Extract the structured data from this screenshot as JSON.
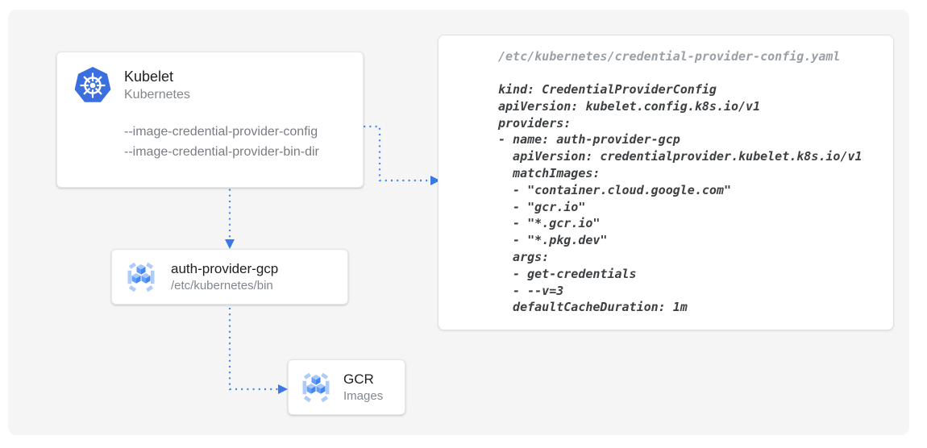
{
  "diagram": {
    "kubelet_box": {
      "title": "Kubelet",
      "subtitle": "Kubernetes",
      "icon": "kubernetes-icon",
      "flags": [
        "--image-credential-provider-config",
        "--image-credential-provider-bin-dir"
      ]
    },
    "auth_box": {
      "title": "auth-provider-gcp",
      "subtitle": "/etc/kubernetes/bin",
      "icon": "gcr-icon"
    },
    "gcr_box": {
      "title": "GCR",
      "subtitle": "Images",
      "icon": "gcr-icon"
    },
    "config_panel": {
      "filename": "/etc/kubernetes/credential-provider-config.yaml",
      "code": "kind: CredentialProviderConfig\napiVersion: kubelet.config.k8s.io/v1\nproviders:\n- name: auth-provider-gcp\n  apiVersion: credentialprovider.kubelet.k8s.io/v1\n  matchImages:\n  - \"container.cloud.google.com\"\n  - \"gcr.io\"\n  - \"*.gcr.io\"\n  - \"*.pkg.dev\"\n  args:\n  - get-credentials\n  - --v=3\n  defaultCacheDuration: 1m"
    },
    "connections": [
      "kubelet --image-credential-provider-config -> credential-provider-config.yaml",
      "kubelet -> auth-provider-gcp",
      "auth-provider-gcp -> GCR images"
    ],
    "colors": {
      "arrow_blue": "#4285f4",
      "kubernetes_blue": "#3b6fe0",
      "bracket_light_blue": "#aecbfa",
      "cube_mid_blue": "#669df6",
      "cube_dark_blue": "#4285f4",
      "cube_top_blue": "#a8c7fa",
      "canvas_gray": "#f5f5f6"
    }
  }
}
